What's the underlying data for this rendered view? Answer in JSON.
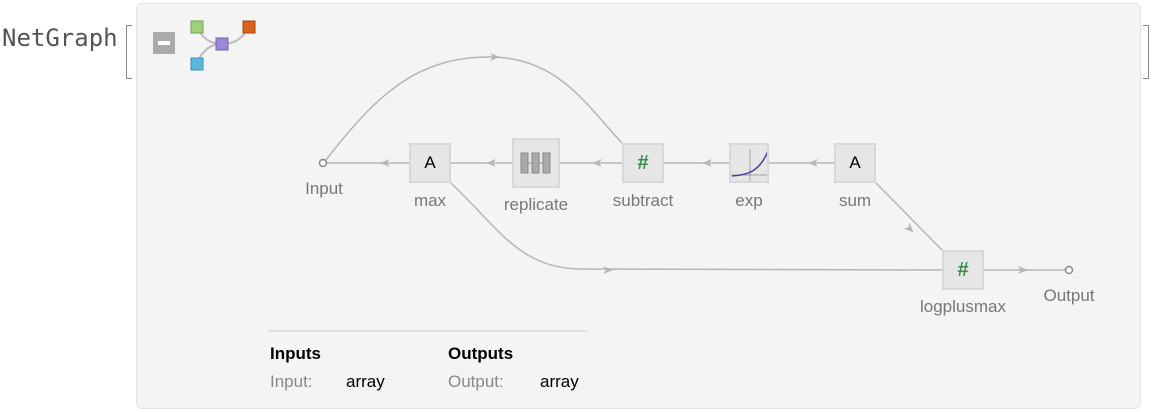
{
  "head": "NetGraph",
  "nodes": [
    {
      "id": "max",
      "label": "max",
      "glyph": "A"
    },
    {
      "id": "replicate",
      "label": "replicate"
    },
    {
      "id": "subtract",
      "label": "subtract",
      "glyph": "#"
    },
    {
      "id": "exp",
      "label": "exp"
    },
    {
      "id": "sum",
      "label": "sum",
      "glyph": "A"
    },
    {
      "id": "logplusmax",
      "label": "logplusmax",
      "glyph": "#"
    }
  ],
  "ports": {
    "input": "Input",
    "output": "Output"
  },
  "summary": {
    "inputs_title": "Inputs",
    "outputs_title": "Outputs",
    "input_name": "Input:",
    "input_type": "array",
    "output_name": "Output:",
    "output_type": "array"
  },
  "colors": {
    "green": "#9fd17c",
    "purple": "#9b88d9",
    "orange": "#d9621f",
    "blue": "#5ab8e0",
    "hash": "#3a8a4e"
  }
}
